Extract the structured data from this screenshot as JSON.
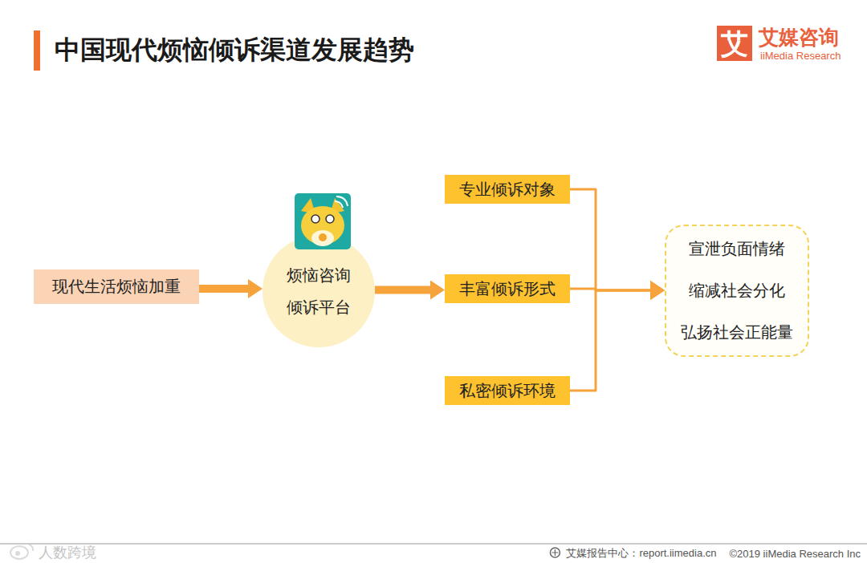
{
  "diagram": {
    "title": "中国现代烦恼倾诉渠道发展趋势",
    "nodes": [
      {
        "text": [
          "现代生活烦恼加重"
        ]
      },
      {
        "text": [
          "烦恼咨询 倾诉平台"
        ]
      },
      {
        "text": [
          "专业倾诉对象"
        ]
      },
      {
        "text": [
          "丰富倾诉形式"
        ]
      },
      {
        "text": [
          "私密倾诉环境"
        ]
      },
      {
        "text": [
          "宣泄负面情绪",
          "缩减社会分化",
          "弘扬社会正能量"
        ]
      }
    ],
    "edges": [
      {
        "from": 0,
        "to": 1,
        "arrow": "to"
      },
      {
        "from": 1,
        "to": 3,
        "arrow": "to"
      },
      {
        "from": 2,
        "to": 5,
        "arrow": "to"
      },
      {
        "from": 3,
        "to": 5,
        "arrow": "to"
      },
      {
        "from": 4,
        "to": 5,
        "arrow": "to"
      }
    ],
    "labels": [
      "艾",
      "艾媒咨询",
      "iiMedia Research",
      "人数跨境",
      "艾媒报告中心：report.iimedia.cn",
      "©2019 iiMedia Research Inc"
    ]
  }
}
